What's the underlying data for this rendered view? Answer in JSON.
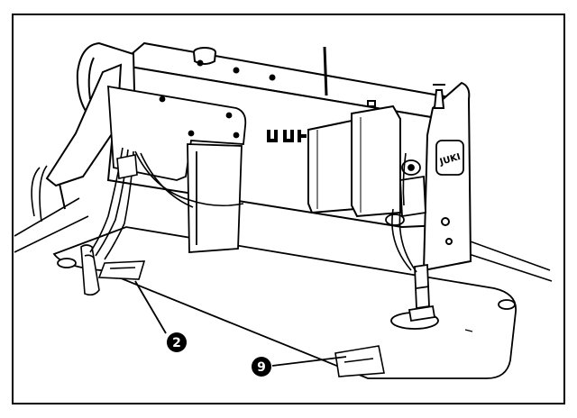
{
  "figure": {
    "machine_logo": "JUKI",
    "callouts": [
      {
        "id": "callout-2",
        "label": "2"
      },
      {
        "id": "callout-9",
        "label": "9"
      }
    ]
  },
  "colors": {
    "ink": "#000000",
    "paper": "#ffffff"
  }
}
